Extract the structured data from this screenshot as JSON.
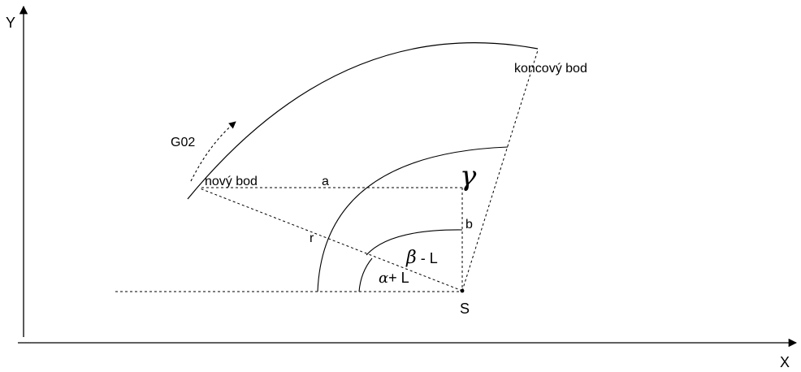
{
  "axes": {
    "x_label": "X",
    "y_label": "Y"
  },
  "labels": {
    "end_point": "koncový bod",
    "new_point": "nový bod",
    "command": "G02",
    "side_a": "a",
    "side_b": "b",
    "radius": "r",
    "center": "S",
    "gamma": "γ",
    "beta_symbol": "β",
    "beta_suffix": " - L",
    "alpha_symbol": "α",
    "alpha_suffix": "+ L"
  },
  "colors": {
    "background": "#ffffff",
    "stroke": "#000000"
  }
}
